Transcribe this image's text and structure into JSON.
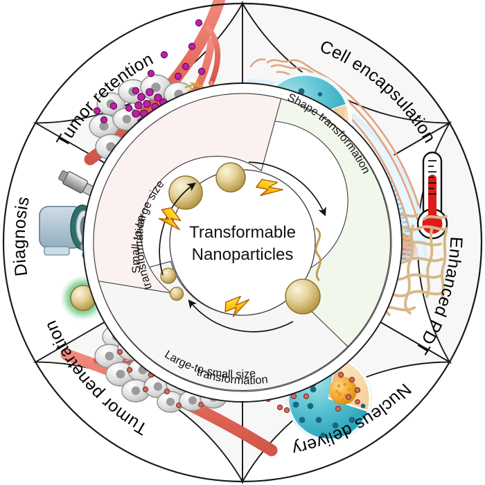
{
  "figure": {
    "center_title_line1": "Transformable",
    "center_title_line2": "Nanoparticles",
    "background_color": "#ffffff",
    "outline_color": "#1a1a1a"
  },
  "outer_ring": {
    "sectors": [
      {
        "id": "tumor-retention",
        "label": "Tumor retention",
        "start_deg": -90,
        "end_deg": -30,
        "fill": "#f7f7f7",
        "icon_name": "tumor-cell-cluster-with-vessel-icon"
      },
      {
        "id": "cell-encapsulation",
        "label": "Cell encapsulation",
        "start_deg": -30,
        "end_deg": 30,
        "fill": "#f7f7f7",
        "icon_name": "cell-membrane-band-with-nanosphere-icon"
      },
      {
        "id": "enhanced-pdt",
        "label": "Enhanced PDT",
        "start_deg": 30,
        "end_deg": 90,
        "fill": "#f7f7f7",
        "icon_name": "laser-fiber-network-thermometer-icon"
      },
      {
        "id": "nucleus-delivery",
        "label": "Nucleus delivery",
        "start_deg": 90,
        "end_deg": 150,
        "fill": "#ffffff",
        "icon_name": "cutaway-cell-nucleus-sphere-icon"
      },
      {
        "id": "tumor-penetration",
        "label": "Tumor penetration",
        "start_deg": 150,
        "end_deg": 210,
        "fill": "#f7f7f7",
        "icon_name": "tumor-penetration-vessel-icon"
      },
      {
        "id": "diagnosis",
        "label": "Diagnosis",
        "start_deg": 210,
        "end_deg": 270,
        "fill": "#f7f7f7",
        "icon_name": "ultrasound-mri-fluorescence-icon"
      }
    ]
  },
  "inner_ring": {
    "sectors": [
      {
        "id": "shape-transformation",
        "label_line1": "Shape transformation",
        "label_line2": "",
        "fill": "#f2f7ec",
        "bolt_name": "lightning-bolt-icon",
        "arrow_name": "clockwise-arrow"
      },
      {
        "id": "large-to-small-size-transformation",
        "label_line1": "Large-to-small size",
        "label_line2": "transformation",
        "fill": "#f6f6f6",
        "bolt_name": "lightning-bolt-icon",
        "arrow_name": "leftward-arrow"
      },
      {
        "id": "small-to-large-size-transformation",
        "label_line1": "Small-to-large size",
        "label_line2": "transformation",
        "fill": "#fbf1f0",
        "bolt_name": "lightning-bolt-icon",
        "arrow_name": "upward-arrow"
      }
    ],
    "particles": {
      "gold_light": "#f4e8c4",
      "gold_dark": "#b9973f",
      "nanofiber_color": "#c09a4e"
    }
  },
  "palette": {
    "vessel_red": "#e46a5c",
    "tumor_cell_gray": "#d9d9d9",
    "tumor_nucleus_gray": "#9a9a9a",
    "nanoparticle_magenta": "#b5189b",
    "nanoparticle_red": "#c0392b",
    "teal_sphere": "#54c2d2",
    "teal_dark_dot": "#16697f",
    "peach_interior": "#f8d5a6",
    "orange_nucleus": "#f0a32a",
    "membrane_blue": "#7db9e8",
    "fiber_salmon": "#e2a07c",
    "gel_fiber_tan": "#d6b98a",
    "thermometer_red": "#e01b1b",
    "mri_blue": "#a8c3d2",
    "fluorescence_green": "#3fae5a",
    "bolt_yellow": "#ffd21e",
    "bolt_orange": "#f08a17"
  }
}
